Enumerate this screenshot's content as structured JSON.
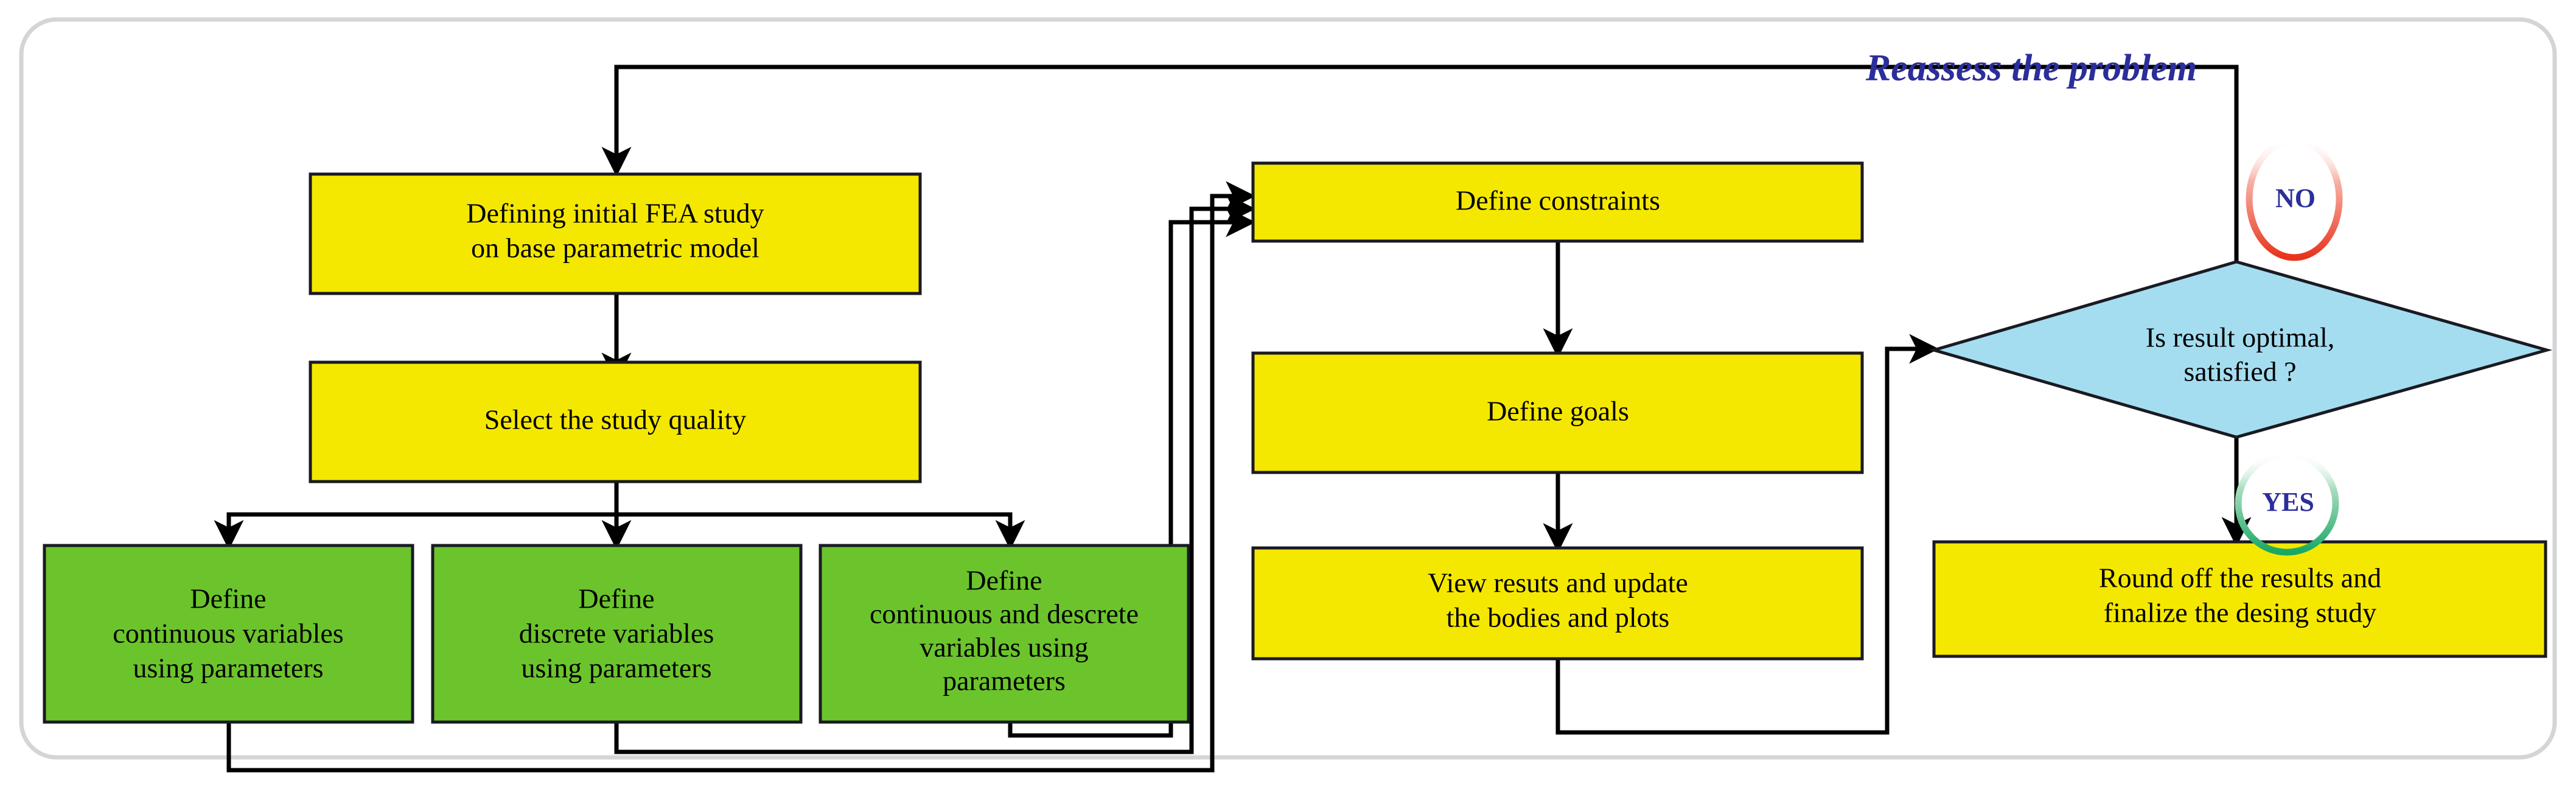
{
  "diagram": {
    "title_note": "Reassess the problem",
    "colors": {
      "process_yellow": "#f5e800",
      "variable_green": "#6cc42c",
      "decision_blue": "#a5ddf0",
      "label_blue": "#2b2e9b",
      "no_circle_red": "#e8331d",
      "yes_circle_green": "#17a864",
      "frame_gray": "#d3d5d7",
      "outline_black": "#1a1a22"
    },
    "nodes": [
      {
        "id": "define-initial-fea",
        "type": "process",
        "color": "#f5e800",
        "lines": [
          "Defining initial FEA study",
          "on base parametric model"
        ]
      },
      {
        "id": "select-study-quality",
        "type": "process",
        "color": "#f5e800",
        "lines": [
          "Select the study quality"
        ]
      },
      {
        "id": "define-continuous-variables",
        "type": "data",
        "color": "#6cc42c",
        "lines": [
          "Define",
          "continuous variables",
          "using parameters"
        ]
      },
      {
        "id": "define-discrete-variables",
        "type": "data",
        "color": "#6cc42c",
        "lines": [
          "Define",
          "discrete variables",
          "using parameters"
        ]
      },
      {
        "id": "define-continuous-and-discrete-variables",
        "type": "data",
        "color": "#6cc42c",
        "lines": [
          "Define",
          "continuous and descrete",
          "variables using",
          "parameters"
        ]
      },
      {
        "id": "define-constraints",
        "type": "process",
        "color": "#f5e800",
        "lines": [
          "Define constraints"
        ]
      },
      {
        "id": "define-goals",
        "type": "process",
        "color": "#f5e800",
        "lines": [
          "Define goals"
        ]
      },
      {
        "id": "view-results-and-update",
        "type": "process",
        "color": "#f5e800",
        "lines": [
          "View resuts and update",
          "the bodies and plots"
        ]
      },
      {
        "id": "is-result-optimal",
        "type": "decision",
        "color": "#a5ddf0",
        "lines": [
          "Is result optimal,",
          "satisfied ?"
        ]
      },
      {
        "id": "round-off-results",
        "type": "process",
        "color": "#f5e800",
        "lines": [
          "Round off the results and",
          "finalize the desing study"
        ]
      }
    ],
    "branch_labels": {
      "no": "NO",
      "yes": "YES"
    },
    "edges": [
      {
        "from": "is-result-optimal",
        "to": "define-initial-fea",
        "label": "Reassess the problem",
        "branch": "NO"
      },
      {
        "from": "define-initial-fea",
        "to": "select-study-quality",
        "label": ""
      },
      {
        "from": "select-study-quality",
        "to": "define-continuous-variables",
        "label": ""
      },
      {
        "from": "select-study-quality",
        "to": "define-discrete-variables",
        "label": ""
      },
      {
        "from": "select-study-quality",
        "to": "define-continuous-and-discrete-variables",
        "label": ""
      },
      {
        "from": "define-continuous-variables",
        "to": "define-constraints",
        "label": ""
      },
      {
        "from": "define-discrete-variables",
        "to": "define-constraints",
        "label": ""
      },
      {
        "from": "define-continuous-and-discrete-variables",
        "to": "define-constraints",
        "label": ""
      },
      {
        "from": "define-constraints",
        "to": "define-goals",
        "label": ""
      },
      {
        "from": "define-goals",
        "to": "view-results-and-update",
        "label": ""
      },
      {
        "from": "view-results-and-update",
        "to": "is-result-optimal",
        "label": ""
      },
      {
        "from": "is-result-optimal",
        "to": "round-off-results",
        "label": "",
        "branch": "YES"
      }
    ]
  }
}
